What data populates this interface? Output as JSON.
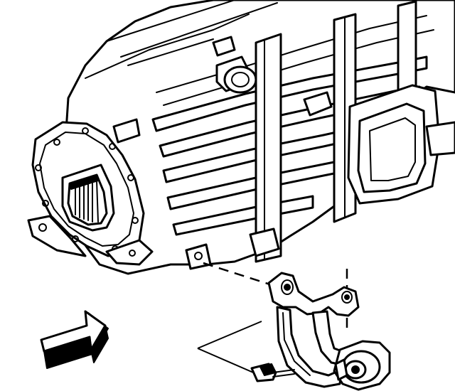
{
  "figure": {
    "parts": [
      {
        "id": "transmission-case",
        "icon": "transmission-case-drawing"
      },
      {
        "id": "bell-housing",
        "icon": "bell-housing-drawing"
      },
      {
        "id": "input-shaft",
        "icon": "splined-shaft-drawing"
      },
      {
        "id": "bracket-lever",
        "icon": "bracket-lever-drawing"
      },
      {
        "id": "bushing",
        "icon": "rubber-bushing-drawing"
      },
      {
        "id": "bolt",
        "icon": "bolt-drawing"
      },
      {
        "id": "direction-arrow",
        "icon": "view-direction-arrow"
      }
    ],
    "colors": {
      "ink": "#000000",
      "paper": "#ffffff"
    }
  }
}
